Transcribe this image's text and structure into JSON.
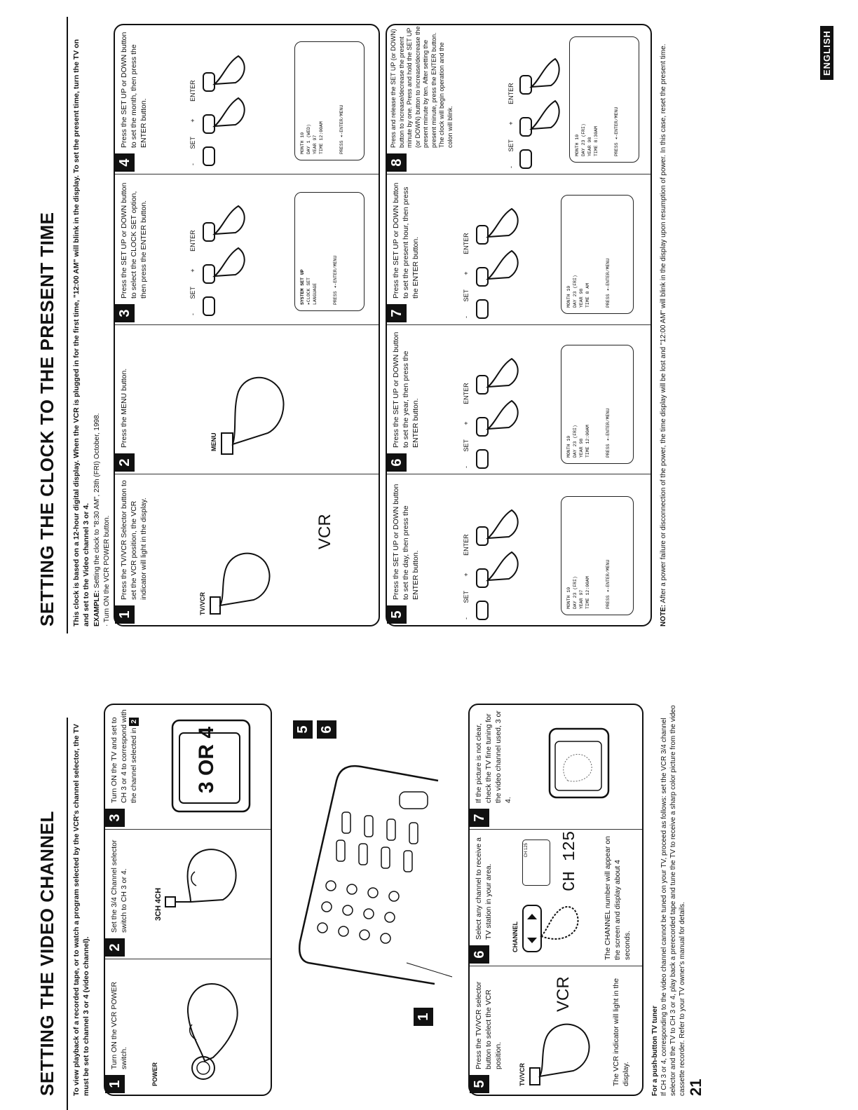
{
  "page_number": "21",
  "language_tab": "ENGLISH",
  "video_channel": {
    "title": "SETTING THE VIDEO CHANNEL",
    "intro": "To view playback of a recorded tape, or to watch a program selected by the VCR's channel selector, the TV must be set to channel 3 or 4 (video channel).",
    "steps": [
      {
        "num": "1",
        "text": "Turn ON the VCR POWER switch.",
        "label": "POWER"
      },
      {
        "num": "2",
        "text": "Set the 3/4 Channel selector switch to CH 3 or 4.",
        "label": "3CH 4CH"
      },
      {
        "num": "3",
        "text": "Turn ON the TV and set to CH 3 or 4 to correspond with the channel selected in",
        "ref": "2",
        "tv_text": "3 OR 4"
      },
      {
        "num": "5",
        "text": "Press the TV/VCR selector button to select the VCR position.",
        "label": "TV/VCR",
        "display": "VCR",
        "footer": "The VCR indicator will light in the display."
      },
      {
        "num": "6",
        "text": "Select any channel to receive a TV station in your area.",
        "label": "CHANNEL",
        "display": "CH 125",
        "mini_display": "CH 125",
        "footer": "The CHANNEL number will appear on the screen and display about 4 seconds."
      },
      {
        "num": "7",
        "text": "If the picture is not clear, check the TV fine tuning for the video channel used, 3 or 4."
      }
    ],
    "callouts": [
      "1",
      "5",
      "6"
    ],
    "push_button_title": "For a push-button TV tuner",
    "push_button_text": "If CH 3 or 4, corresponding to the video channel cannot be tuned on your TV, proceed as follows: set the VCR 3/4 channel selector and the TV to CH 3 or 4, play back a prerecorded tape and tune the TV to receive a sharp color picture from the video cassette recorder. Refer to your TV owner's manual for details."
  },
  "clock": {
    "title": "SETTING THE CLOCK TO THE PRESENT TIME",
    "intro": "This clock is based on a 12-hour digital display. When the VCR is plugged in for the first time, \"12:00 AM\" will blink in the display. To set the present time, turn the TV on and set to the Video channel 3 or 4.",
    "example_label": "EXAMPLE:",
    "example": "Setting the clock to \"8:30 AM\", 23th (FRI) October, 1998.",
    "example_sub": "· Turn ON the VCR POWER button.",
    "steps": [
      {
        "num": "1",
        "text": "Press the TV/VCR Selector button to set the VCR position, the VCR indicator will light in the display.",
        "label": "TV/VCR",
        "display": "VCR"
      },
      {
        "num": "2",
        "text": "Press the MENU button.",
        "label": "MENU"
      },
      {
        "num": "3",
        "text": "Press the SET UP or DOWN button to select the CLOCK SET option, then press the ENTER button.",
        "screen": [
          "SYSTEM SET UP",
          "▸CLOCK SET",
          " LANGUAGE",
          "",
          "PRESS ◂-ENTER/MENU"
        ]
      },
      {
        "num": "4",
        "text": "Press the SET UP or DOWN button to set the month, then press the ENTER button.",
        "screen": [
          "MONTH  10",
          "DAY    1 (WED)",
          "YEAR   97",
          "TIME   12:00AM",
          "PRESS ◂-ENTER/MENU"
        ]
      },
      {
        "num": "5",
        "text": "Press the SET UP or DOWN button to set the day, then press the ENTER button.",
        "screen": [
          "MONTH  10",
          "DAY    23 (FRI)",
          "YEAR   97",
          "TIME   12:00AM",
          "PRESS ◂-ENTER/MENU"
        ]
      },
      {
        "num": "6",
        "text": "Press the SET UP or DOWN button to set the year, then press the ENTER button.",
        "screen": [
          "MONTH  10",
          "DAY    23 (FRI)",
          "YEAR   98",
          "TIME   12:00AM",
          "PRESS ◂-ENTER/MENU"
        ]
      },
      {
        "num": "7",
        "text": "Press the SET UP or DOWN button to set the present hour, then press the ENTER button.",
        "screen": [
          "MONTH  10",
          "DAY    23 (FRI)",
          "YEAR   98",
          "TIME   8 AM",
          "PRESS ◂-ENTER/MENU"
        ]
      },
      {
        "num": "8",
        "text": "Press and release the SET UP (or DOWN) button to increase/decrease the present minute by one. Press and hold the SET UP (or DOWN) button to increase/decrease the present minute by ten. After setting the present minute, press the ENTER button. The clock will begin operation and the colon will blink.",
        "screen": [
          "MONTH  10",
          "DAY    23 (FRI)",
          "YEAR   98",
          "TIME   8:30AM",
          "PRESS ◂-ENTER/MENU"
        ]
      }
    ],
    "button_labels": {
      "minus": "-",
      "set": "SET",
      "plus": "+",
      "enter": "ENTER"
    },
    "note_label": "NOTE:",
    "note": "After a power failure or disconnection of the power, the time display will be lost and \"12:00 AM\" will blink in the display upon resumption of power. In this case, reset the present time."
  }
}
